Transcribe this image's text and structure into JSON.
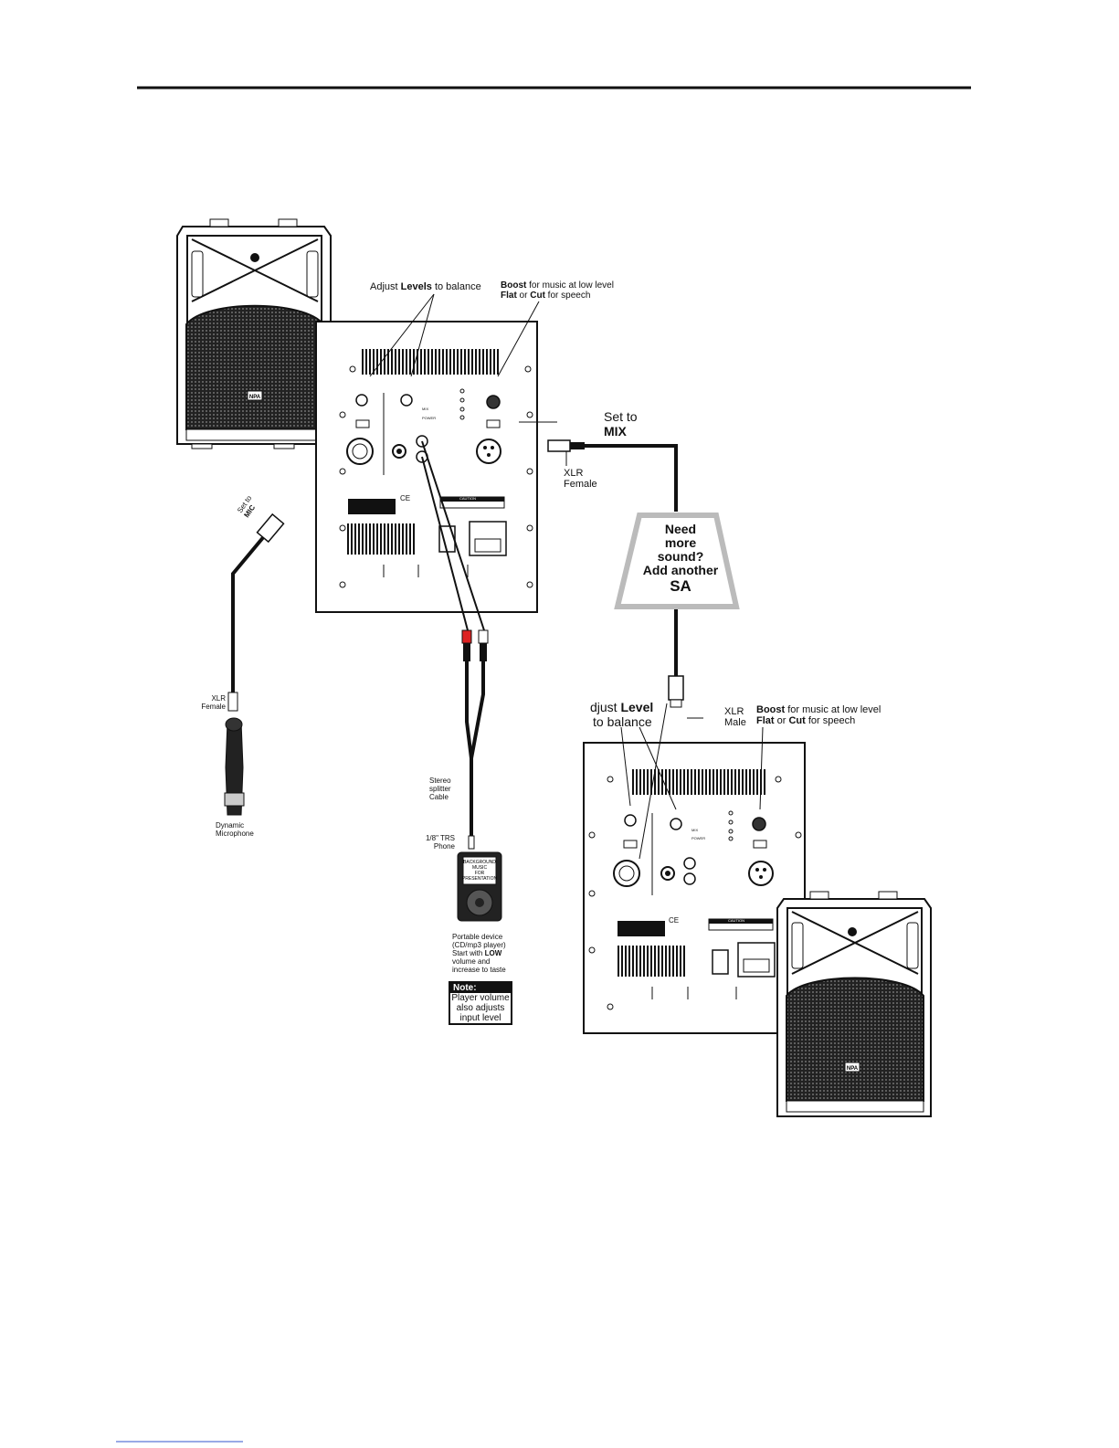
{
  "annotations": {
    "adjust_levels": {
      "prefix": "Adjust ",
      "bold": "Levels",
      "suffix": " to balance"
    },
    "boost_top": {
      "bold": "Boost",
      "text": " for music at low level"
    },
    "flat_cut_top": {
      "flat": "Flat",
      "or": " or ",
      "cut": "Cut",
      "text": " for speech"
    },
    "set_to": "Set to",
    "mix": "MIX",
    "xlr_female_top": [
      "XLR",
      "Female"
    ],
    "set_to_mic": [
      "Set to",
      "MIC"
    ],
    "xlr_female_left": [
      "XLR",
      "Female"
    ],
    "dynamic_microphone": [
      "Dynamic",
      "Microphone"
    ],
    "stereo_splitter": [
      "Stereo",
      "splitter",
      "Cable"
    ],
    "trs_phone": [
      "1/8\" TRS",
      "Phone"
    ],
    "portable_device": [
      "Portable device",
      "(CD/mp3 player)",
      "Start with ",
      "LOW",
      "volume and",
      "increase to taste"
    ],
    "note": {
      "title": "Note:",
      "lines": [
        "Player volume",
        "also adjusts",
        "input level"
      ]
    },
    "bubble": [
      "Need",
      "more",
      "sound?",
      "Add another",
      "SA"
    ],
    "adjust_level_bottom": {
      "prefix": "djust ",
      "bold": "Level",
      "line2": "to balance"
    },
    "xlr_male": [
      "XLR",
      "Male"
    ],
    "boost_bottom": {
      "bold": "Boost",
      "text": " for music at low level"
    },
    "flat_cut_bottom": {
      "flat": "Flat",
      "or": " or ",
      "cut": "Cut",
      "text": " for speech"
    }
  },
  "brand_logo": "NPA",
  "ipod_screen": [
    "BACKGROUND",
    "MUSIC",
    "FOR",
    "PRESENTATION"
  ],
  "panel_leds": [
    "",
    "",
    "MIX",
    "POWER"
  ],
  "caution_label": "CAUTION",
  "ce_mark": "CE"
}
